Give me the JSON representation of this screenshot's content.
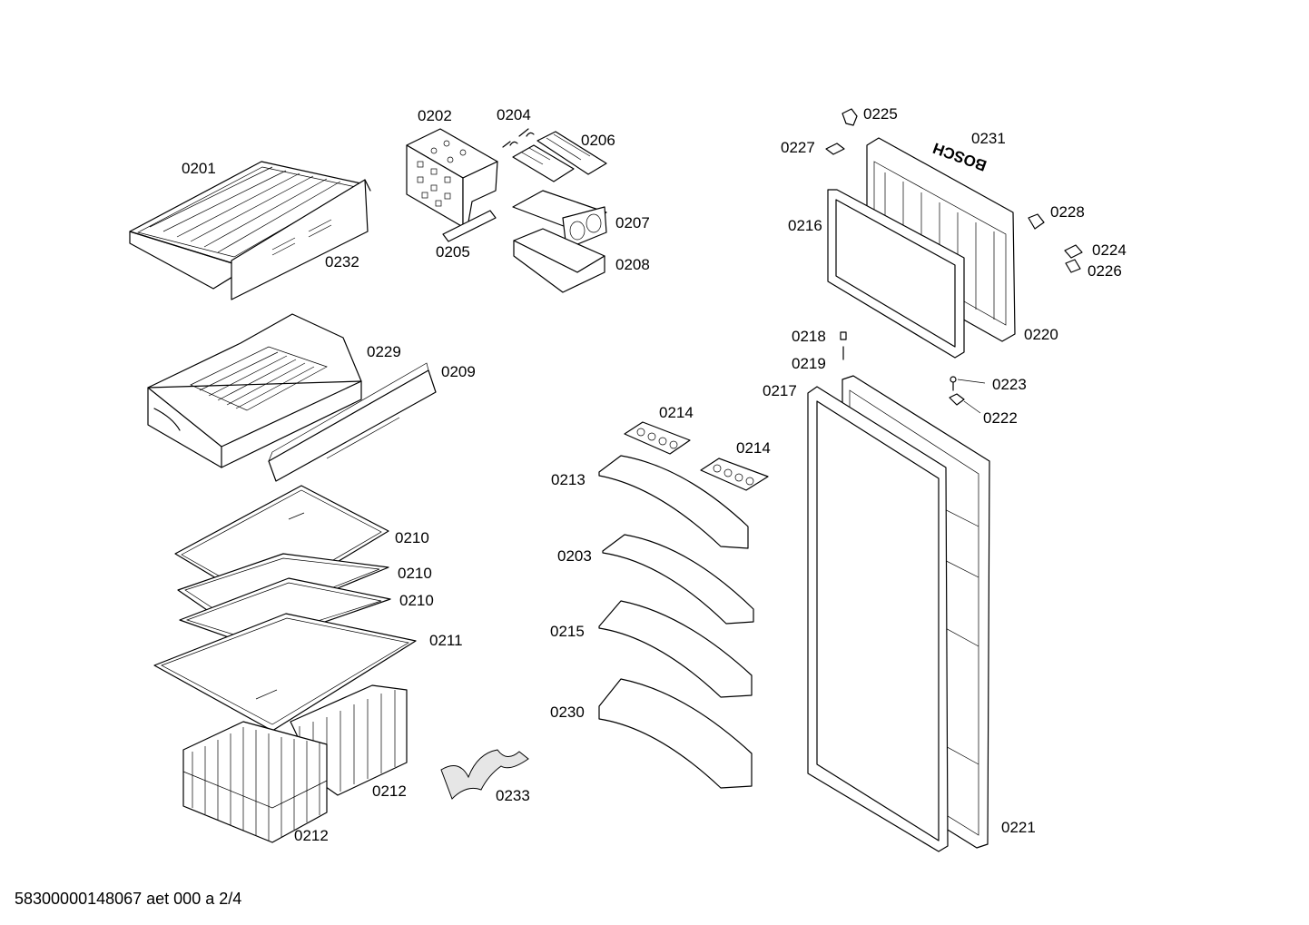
{
  "footer": {
    "document_id": "58300000148067 aet 000 a 2/4"
  },
  "labels": {
    "0201": "0201",
    "0202": "0202",
    "0203": "0203",
    "0204": "0204",
    "0205": "0205",
    "0206": "0206",
    "0207": "0207",
    "0208": "0208",
    "0209": "0209",
    "0210a": "0210",
    "0210b": "0210",
    "0210c": "0210",
    "0211": "0211",
    "0212a": "0212",
    "0212b": "0212",
    "0213": "0213",
    "0214a": "0214",
    "0214b": "0214",
    "0215": "0215",
    "0216": "0216",
    "0217": "0217",
    "0218": "0218",
    "0219": "0219",
    "0220": "0220",
    "0221": "0221",
    "0222": "0222",
    "0223": "0223",
    "0224": "0224",
    "0225": "0225",
    "0226": "0226",
    "0227": "0227",
    "0228": "0228",
    "0229": "0229",
    "0230": "0230",
    "0231": "0231",
    "0232": "0232",
    "0233": "0233"
  },
  "brand_mark": "BOSCH"
}
